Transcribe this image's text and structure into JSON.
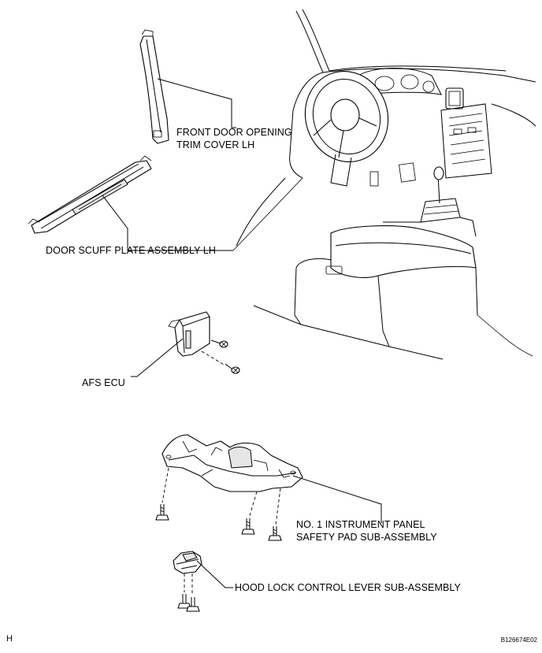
{
  "labels": {
    "front_door_trim_line1": "FRONT DOOR OPENING",
    "front_door_trim_line2": "TRIM COVER LH",
    "door_scuff_plate": "DOOR SCUFF PLATE ASSEMBLY LH",
    "afs_ecu": "AFS ECU",
    "safety_pad_line1": "NO. 1 INSTRUMENT PANEL",
    "safety_pad_line2": "SAFETY PAD SUB-ASSEMBLY",
    "hood_lock_lever": "HOOD LOCK CONTROL LEVER SUB-ASSEMBLY"
  },
  "corner": {
    "left_code": "H",
    "figure_id": "B126674E02"
  }
}
